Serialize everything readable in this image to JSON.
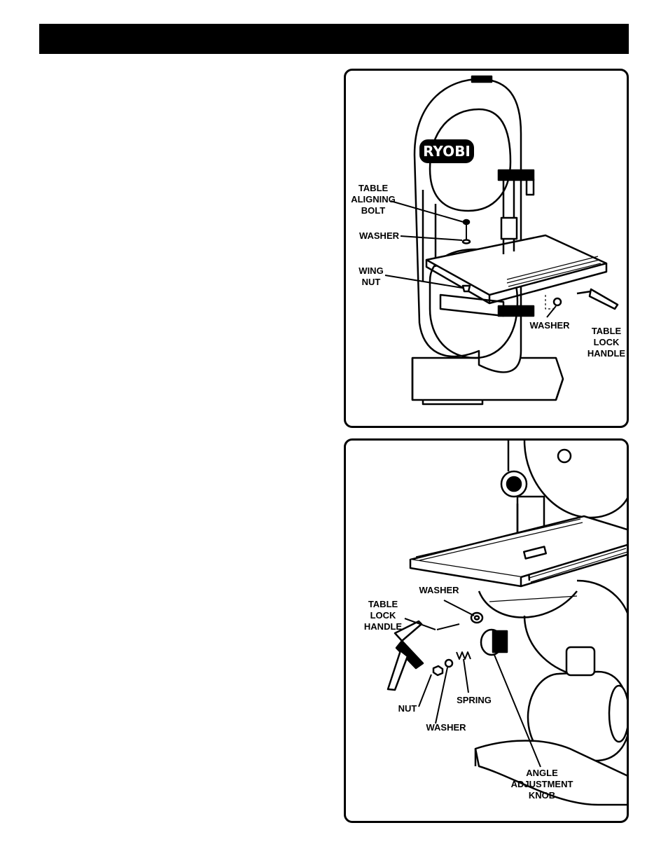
{
  "header": {
    "title": ""
  },
  "figure1": {
    "brand_logo": "RYOBI",
    "callouts": {
      "table_aligning_bolt": "TABLE\nALIGNING\nBOLT",
      "washer_top": "WASHER",
      "wing_nut": "WING\nNUT",
      "washer_side": "WASHER",
      "table_lock_handle": "TABLE\nLOCK\nHANDLE"
    }
  },
  "figure2": {
    "callouts": {
      "washer_top": "WASHER",
      "table_lock_handle": "TABLE\nLOCK\nHANDLE",
      "nut": "NUT",
      "washer_bottom": "WASHER",
      "spring": "SPRING",
      "angle_adjustment_knob": "ANGLE\nADJUSTMENT\nKNOB"
    }
  }
}
